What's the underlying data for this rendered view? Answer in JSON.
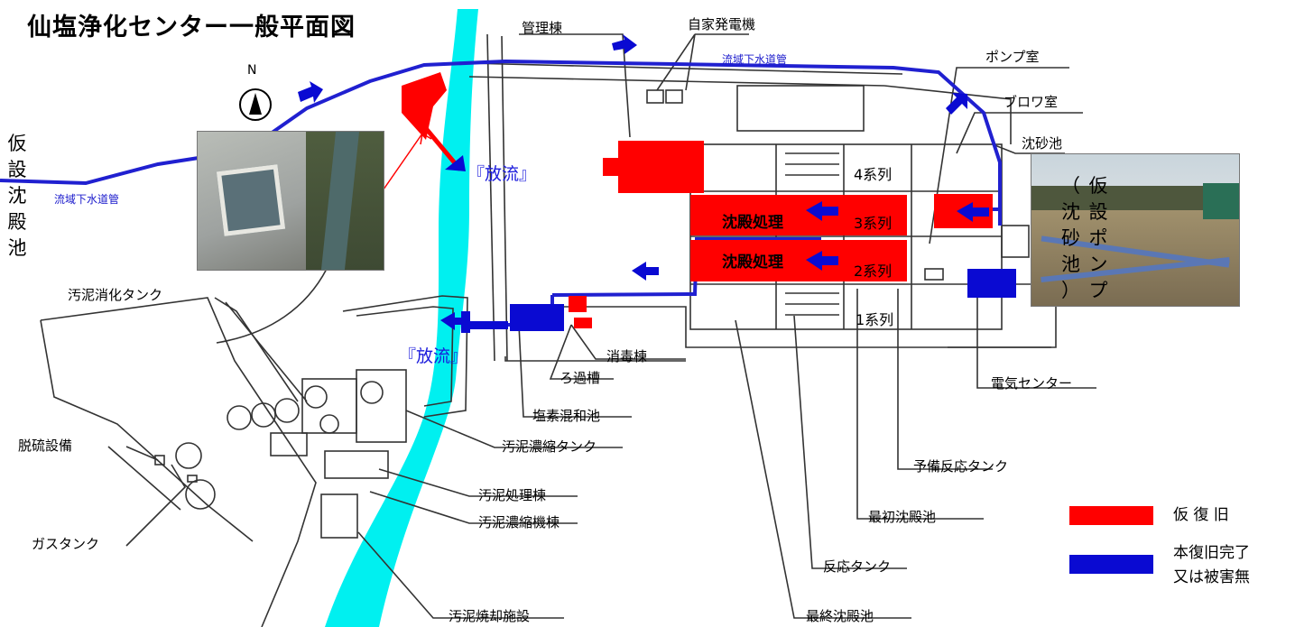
{
  "title": "仙塩浄化センター一般平面図",
  "compass": "N",
  "pipe_labels": [
    "流域下水道管",
    "流域下水道管"
  ],
  "discharge_label": "『放流』",
  "vertical_labels": {
    "left": "仮設沈殿池",
    "right_main": "仮設ポンプ",
    "right_sub": "（沈砂池）"
  },
  "facility_labels": {
    "admin": "管理棟",
    "generator": "自家発電機",
    "pump_room": "ポンプ室",
    "blower_room": "ブロワ室",
    "grit_chamber": "沈砂池",
    "electric_center": "電気センター",
    "spare_reaction_tank": "予備反応タンク",
    "primary_sedimentation": "最初沈殿池",
    "reaction_tank": "反応タンク",
    "final_sedimentation": "最終沈殿池",
    "disinfection": "消毒棟",
    "filter": "ろ過槽",
    "chlorine_mixing": "塩素混和池",
    "sludge_digestion": "汚泥消化タンク",
    "sludge_thickening_tank": "汚泥濃縮タンク",
    "sludge_treatment": "汚泥処理棟",
    "sludge_thickener_building": "汚泥濃縮機棟",
    "sludge_incineration": "汚泥焼却施設",
    "desulfurization": "脱硫設備",
    "gas_tank": "ガスタンク"
  },
  "series": [
    "4系列",
    "3系列",
    "2系列",
    "1系列"
  ],
  "red_labels": [
    "沈殿処理",
    "沈殿処理"
  ],
  "legend": [
    {
      "color": "#ff0000",
      "label": "仮 復 旧"
    },
    {
      "color": "#0a0ad2",
      "label": "本復旧完了",
      "label2": "又は被害無"
    }
  ],
  "colors": {
    "river": "#00f0f0",
    "red": "#ff0000",
    "blue": "#0a0ad2",
    "pipe": "#2020d0"
  }
}
